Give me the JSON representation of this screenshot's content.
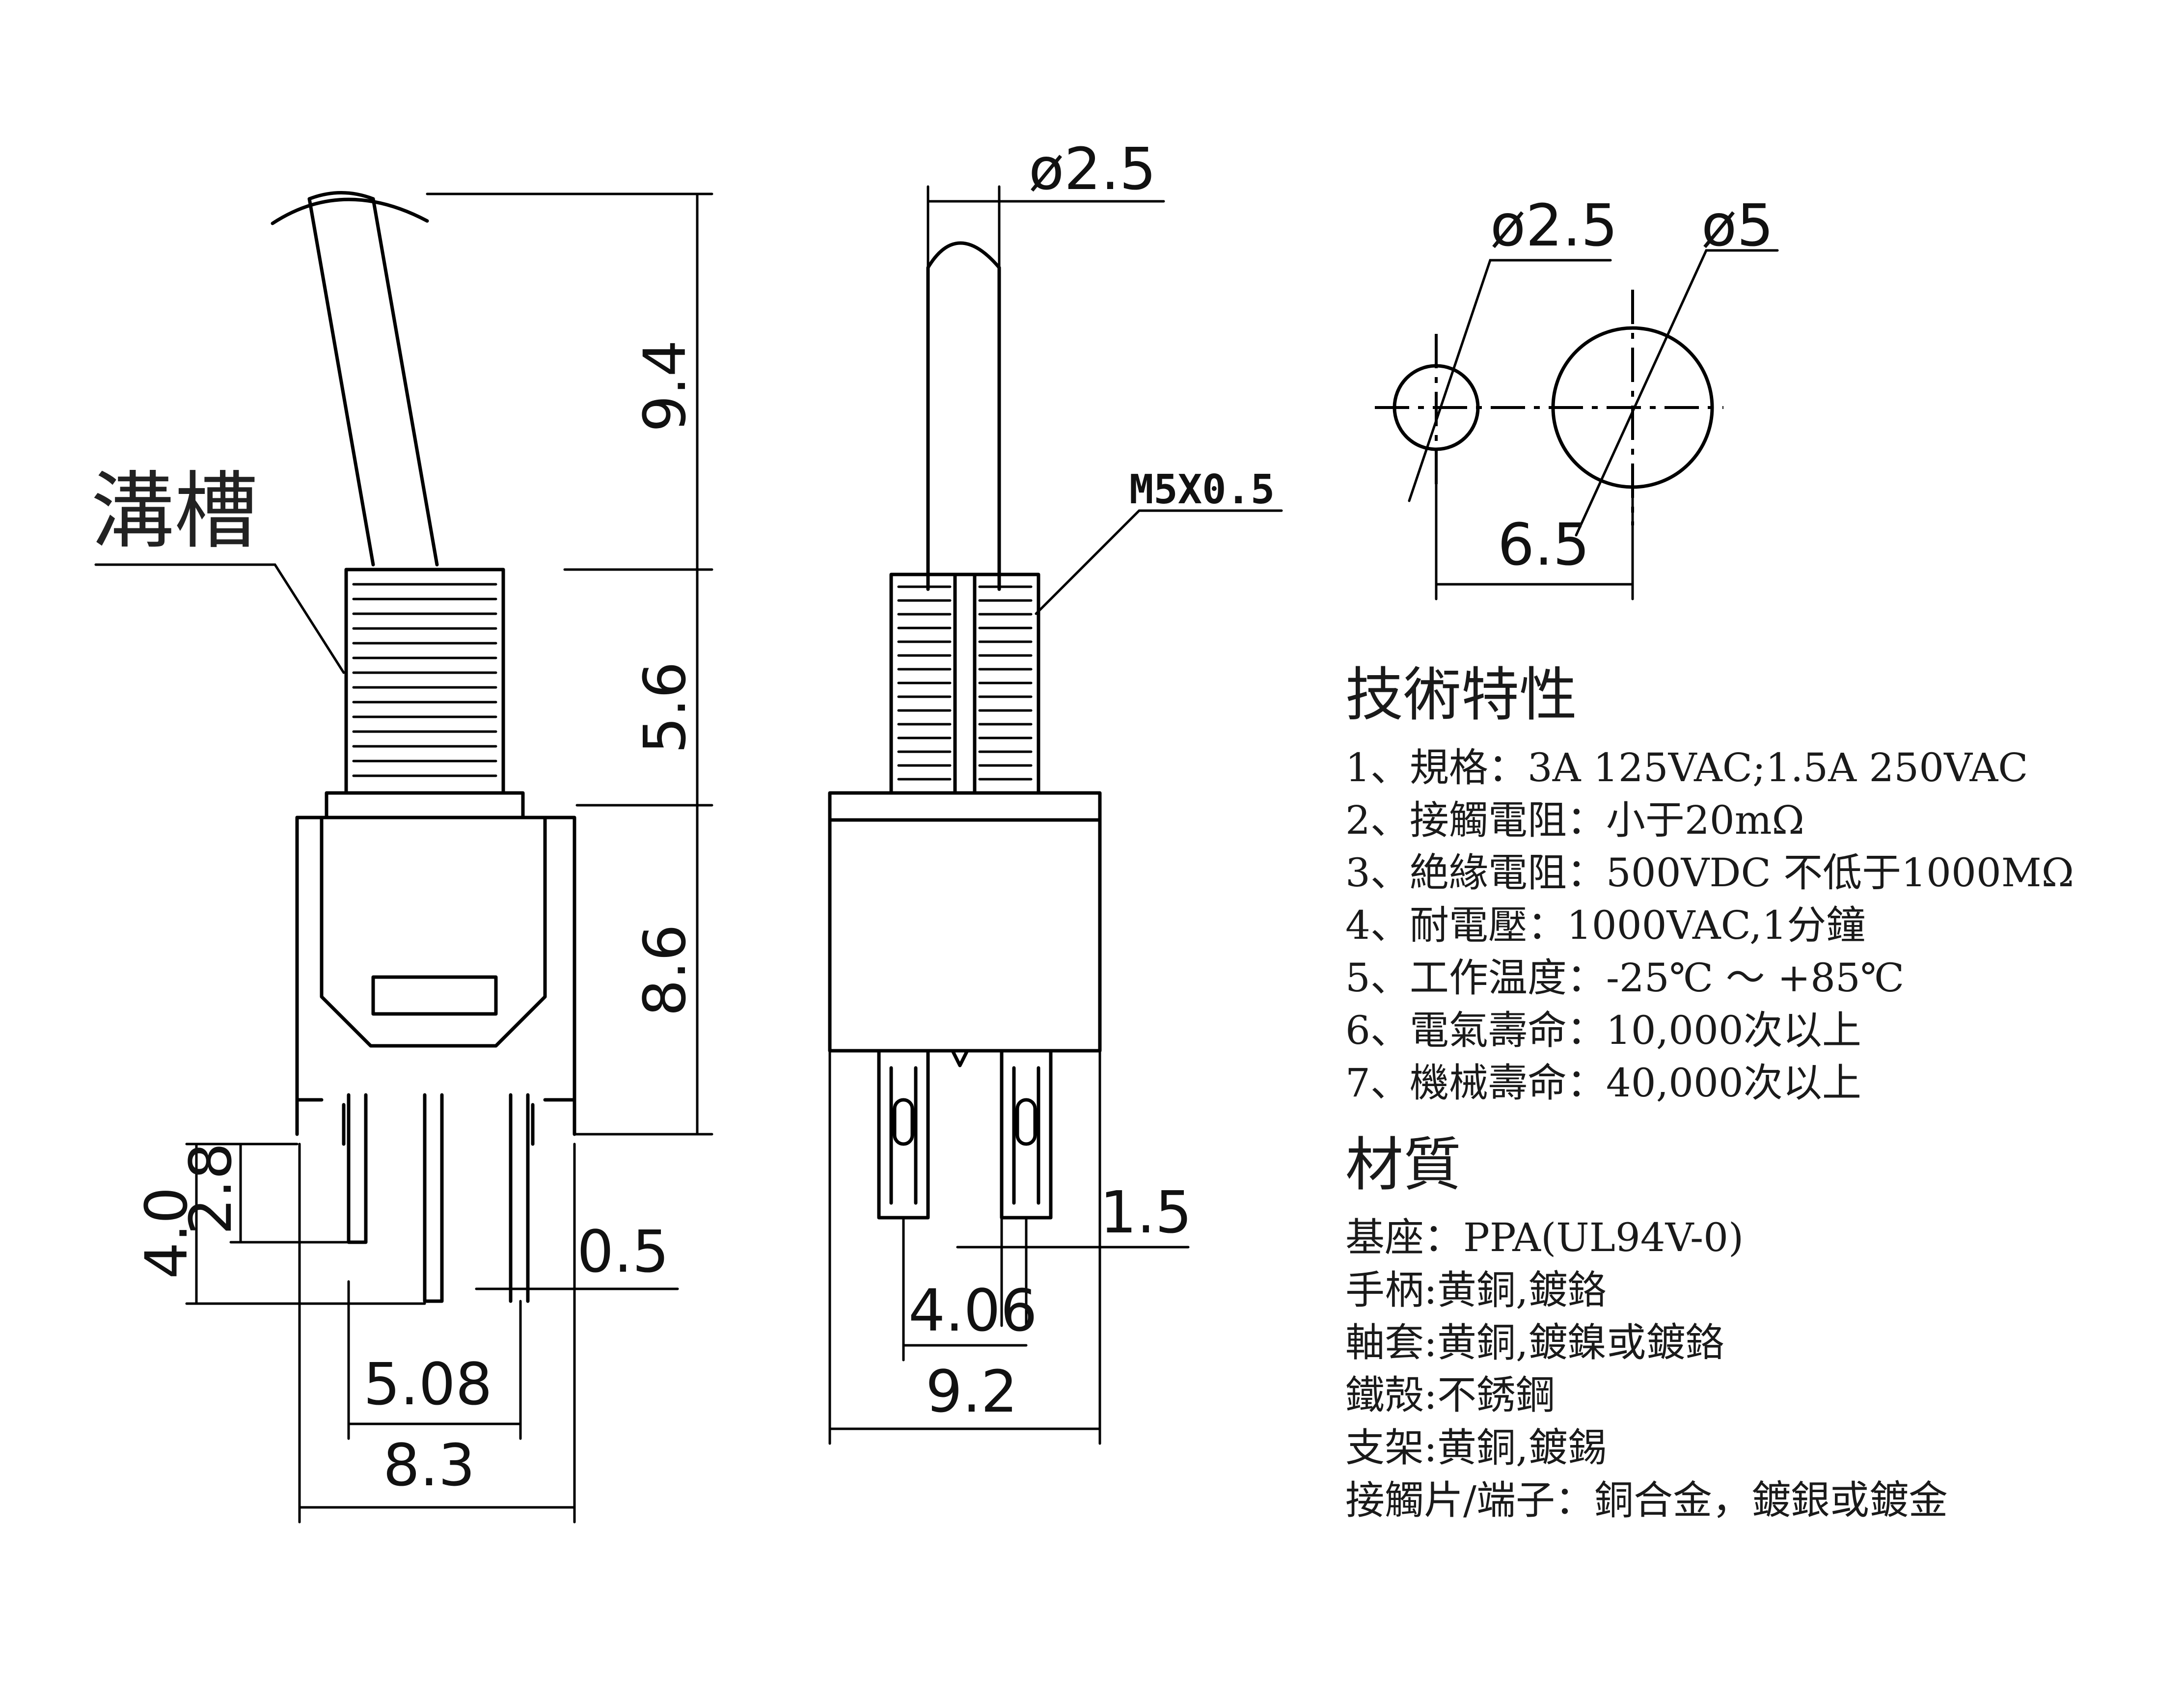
{
  "callouts": {
    "groove": "溝槽",
    "thread": "M5X0.5"
  },
  "dimensions": {
    "lever_height": "9.4",
    "bushing_height": "5.6",
    "body_height": "8.6",
    "pin_total_length": "4.0",
    "pin_length": "2.8",
    "pin_thickness": "0.5",
    "pin_pitch": "5.08",
    "body_width": "8.3",
    "lever_diameter": "ø2.5",
    "pin_width": "1.5",
    "front_pin_pitch": "4.06",
    "front_width": "9.2",
    "panel_small_hole": "ø2.5",
    "panel_large_hole": "ø5",
    "panel_hole_spacing": "6.5"
  },
  "specs": {
    "title": "技術特性",
    "items": [
      "1、規格：3A 125VAC;1.5A 250VAC",
      "2、接觸電阻：小于20mΩ",
      "3、絶緣電阻：500VDC 不低于1000MΩ",
      "4、耐電壓：1000VAC,1分鐘",
      "5、工作温度：-25℃ ～ +85℃",
      "6、電氣壽命：10,000次以上",
      "7、機械壽命：40,000次以上"
    ]
  },
  "materials": {
    "title": "材質",
    "items": [
      "基座：PPA(UL94V-0)",
      "手柄:黄銅,鍍鉻",
      "軸套:黄銅,鍍鎳或鍍鉻",
      "鐵殻:不銹鋼",
      "支架:黄銅,鍍錫",
      "接觸片/端子：銅合金，鍍銀或鍍金"
    ]
  }
}
